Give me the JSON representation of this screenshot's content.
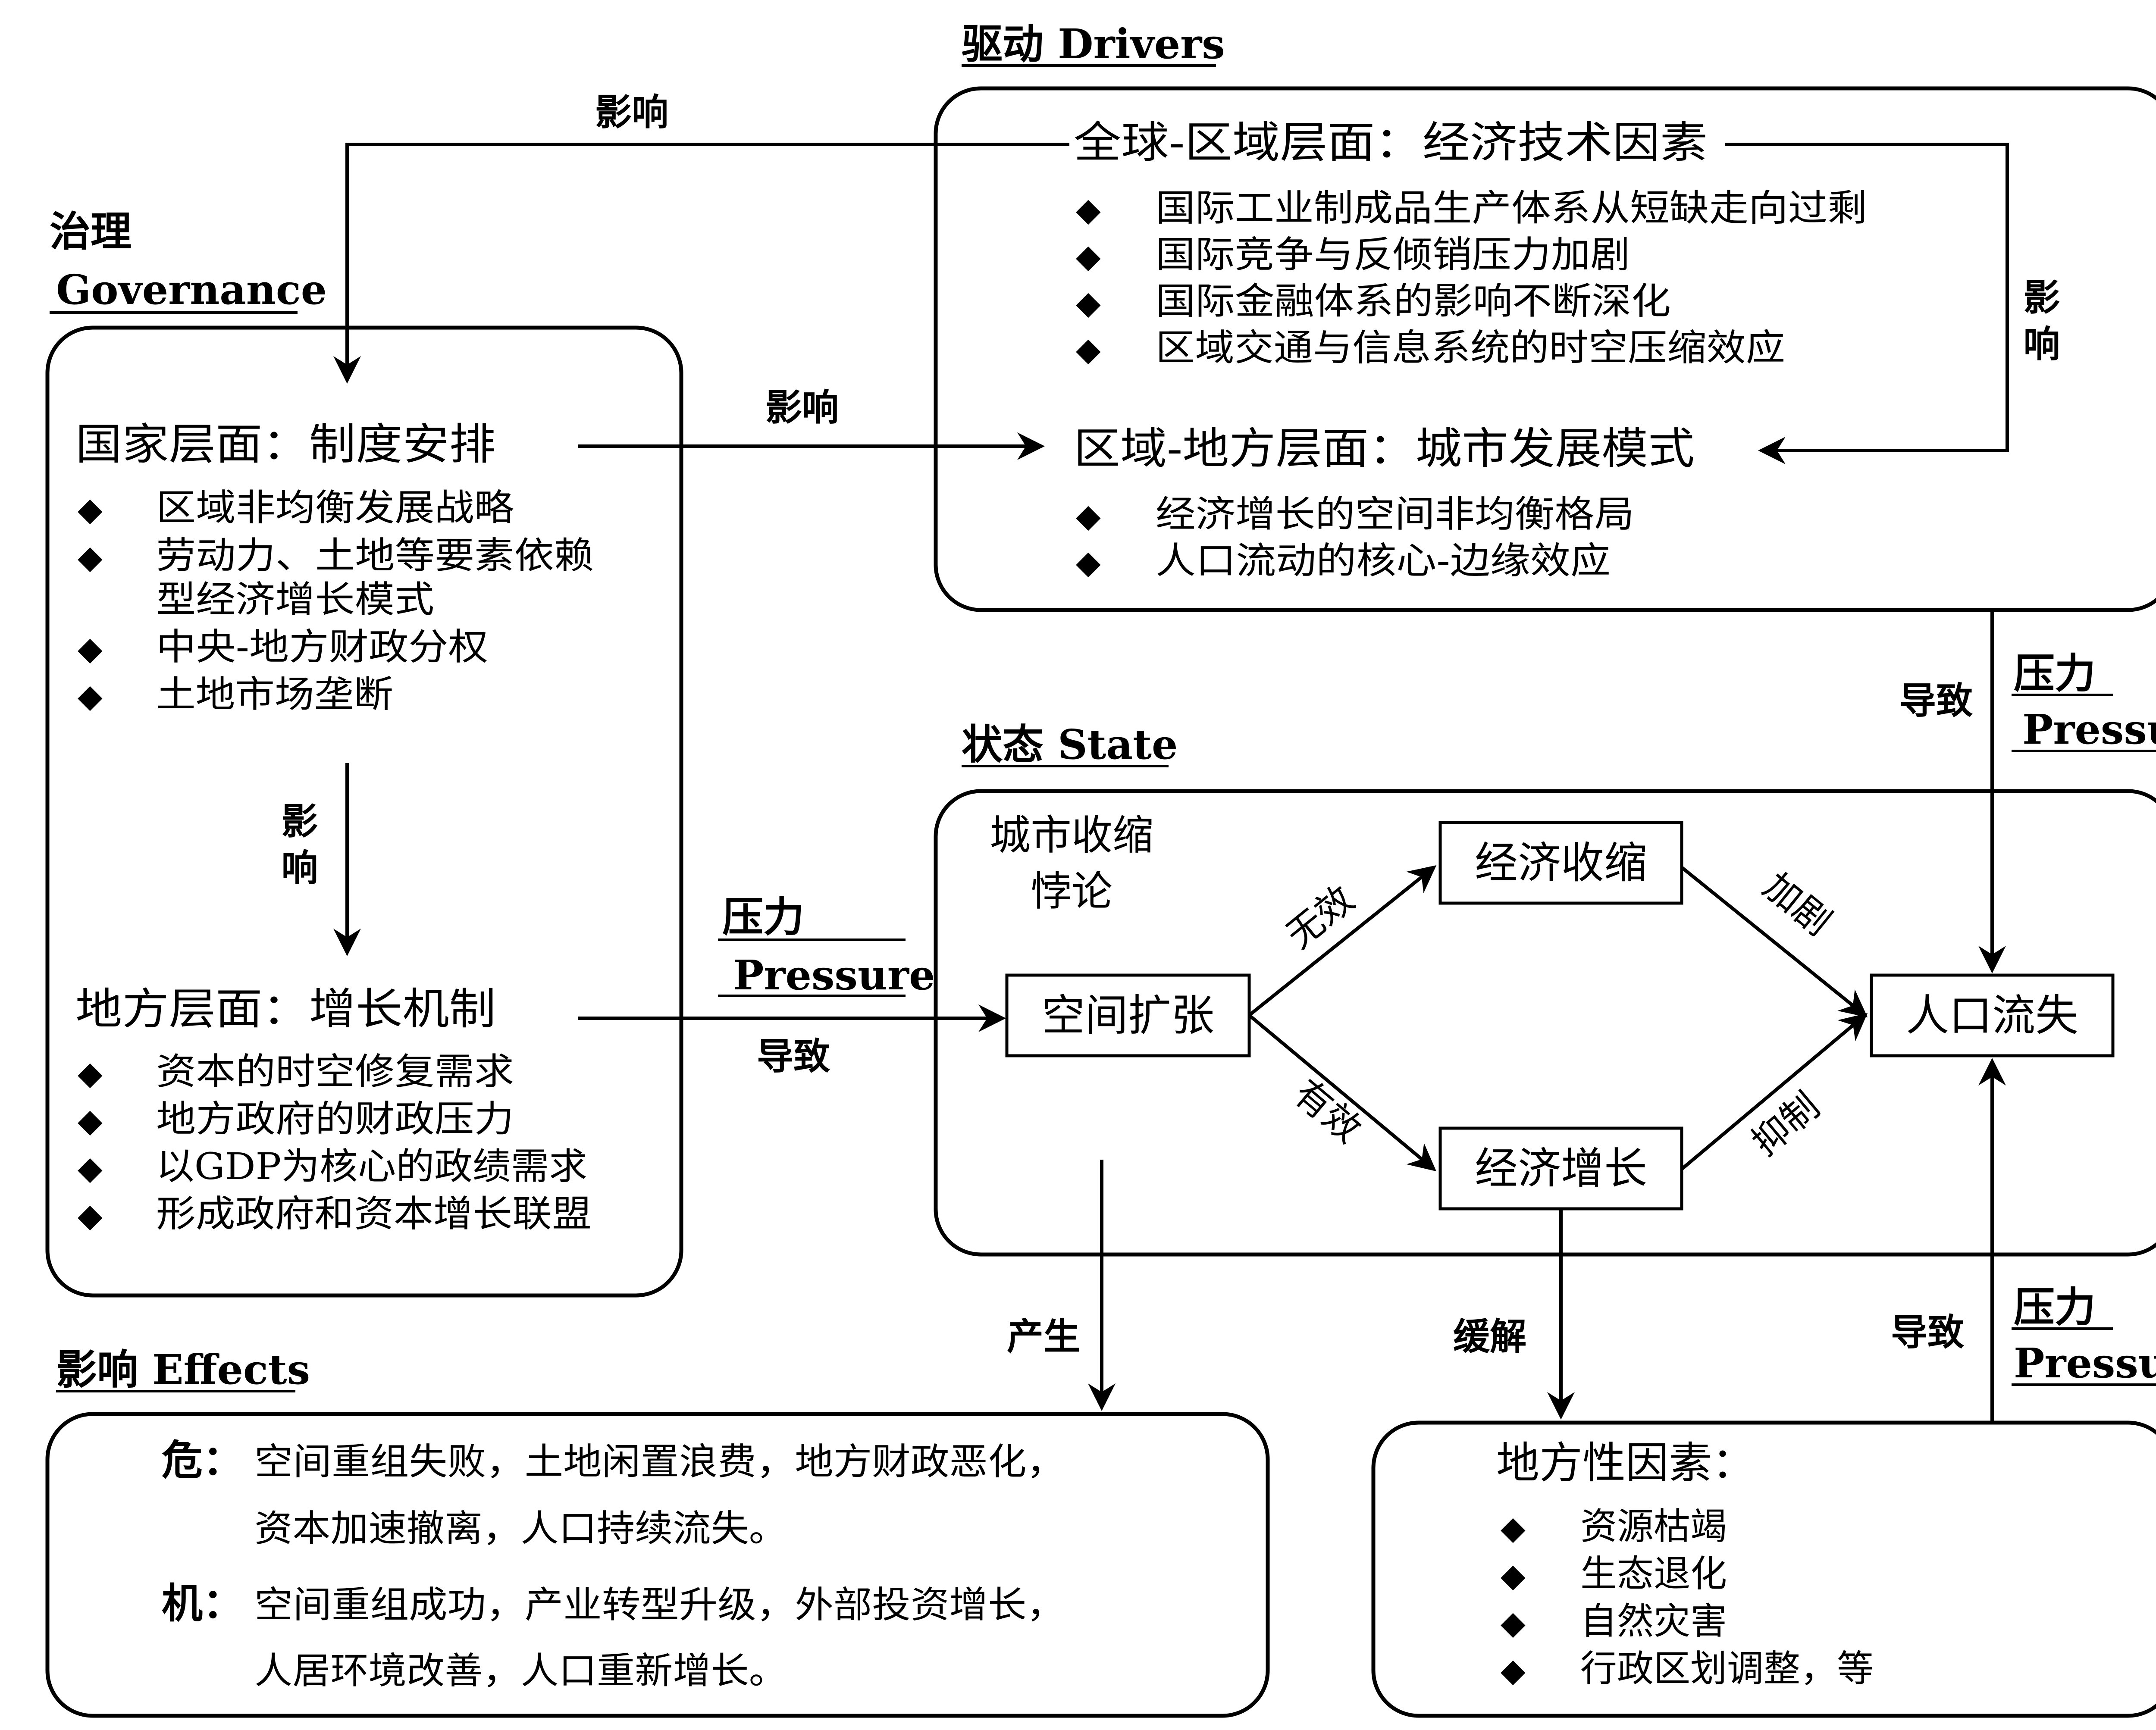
{
  "sections": {
    "drivers": "驱动 Drivers",
    "governance_cn": "治理",
    "governance_en": "Governance",
    "state": "状态 State",
    "effects": "影响 Effects"
  },
  "drivers": {
    "global_title": "全球-区域层面：经济技术因素",
    "global_items": [
      "国际工业制成品生产体系从短缺走向过剩",
      "国际竞争与反倾销压力加剧",
      "国际金融体系的影响不断深化",
      "区域交通与信息系统的时空压缩效应"
    ],
    "regional_title": "区域-地方层面：城市发展模式",
    "regional_items": [
      "经济增长的空间非均衡格局",
      "人口流动的核心-边缘效应"
    ]
  },
  "governance": {
    "national_title": "国家层面：制度安排",
    "national_items": [
      "区域非均衡发展战略",
      "劳动力、土地等要素依赖",
      "型经济增长模式",
      "中央-地方财政分权",
      "土地市场垄断"
    ],
    "local_title": "地方层面：增长机制",
    "local_items": [
      "资本的时空修复需求",
      "地方政府的财政压力",
      "以GDP为核心的政绩需求",
      "形成政府和资本增长联盟"
    ]
  },
  "state": {
    "paradox_line1": "城市收缩",
    "paradox_line2": "悖论",
    "expansion": "空间扩张",
    "econ_shrink": "经济收缩",
    "econ_growth": "经济增长",
    "pop_loss": "人口流失"
  },
  "local_factors": {
    "title": "地方性因素：",
    "items": [
      "资源枯竭",
      "生态退化",
      "自然灾害",
      "行政区划调整，等"
    ]
  },
  "effects": {
    "risk_label": "危：",
    "risk_line1": "空间重组失败，土地闲置浪费，地方财政恶化，",
    "risk_line2": "资本加速撤离，人口持续流失。",
    "opp_label": "机：",
    "opp_line1": "空间重组成功，产业转型升级，外部投资增长，",
    "opp_line2": "人居环境改善，人口重新增长。"
  },
  "labels": {
    "influence": "影响",
    "influence_v1": "影",
    "influence_v2": "响",
    "lead_to": "导致",
    "pressure_cn": "压力",
    "pressure_en": "Pressure",
    "ineffective": "无效",
    "effective": "有效",
    "aggravate": "加剧",
    "restrain": "抑制",
    "produce": "产生",
    "relieve": "缓解"
  },
  "bullet": "◆"
}
